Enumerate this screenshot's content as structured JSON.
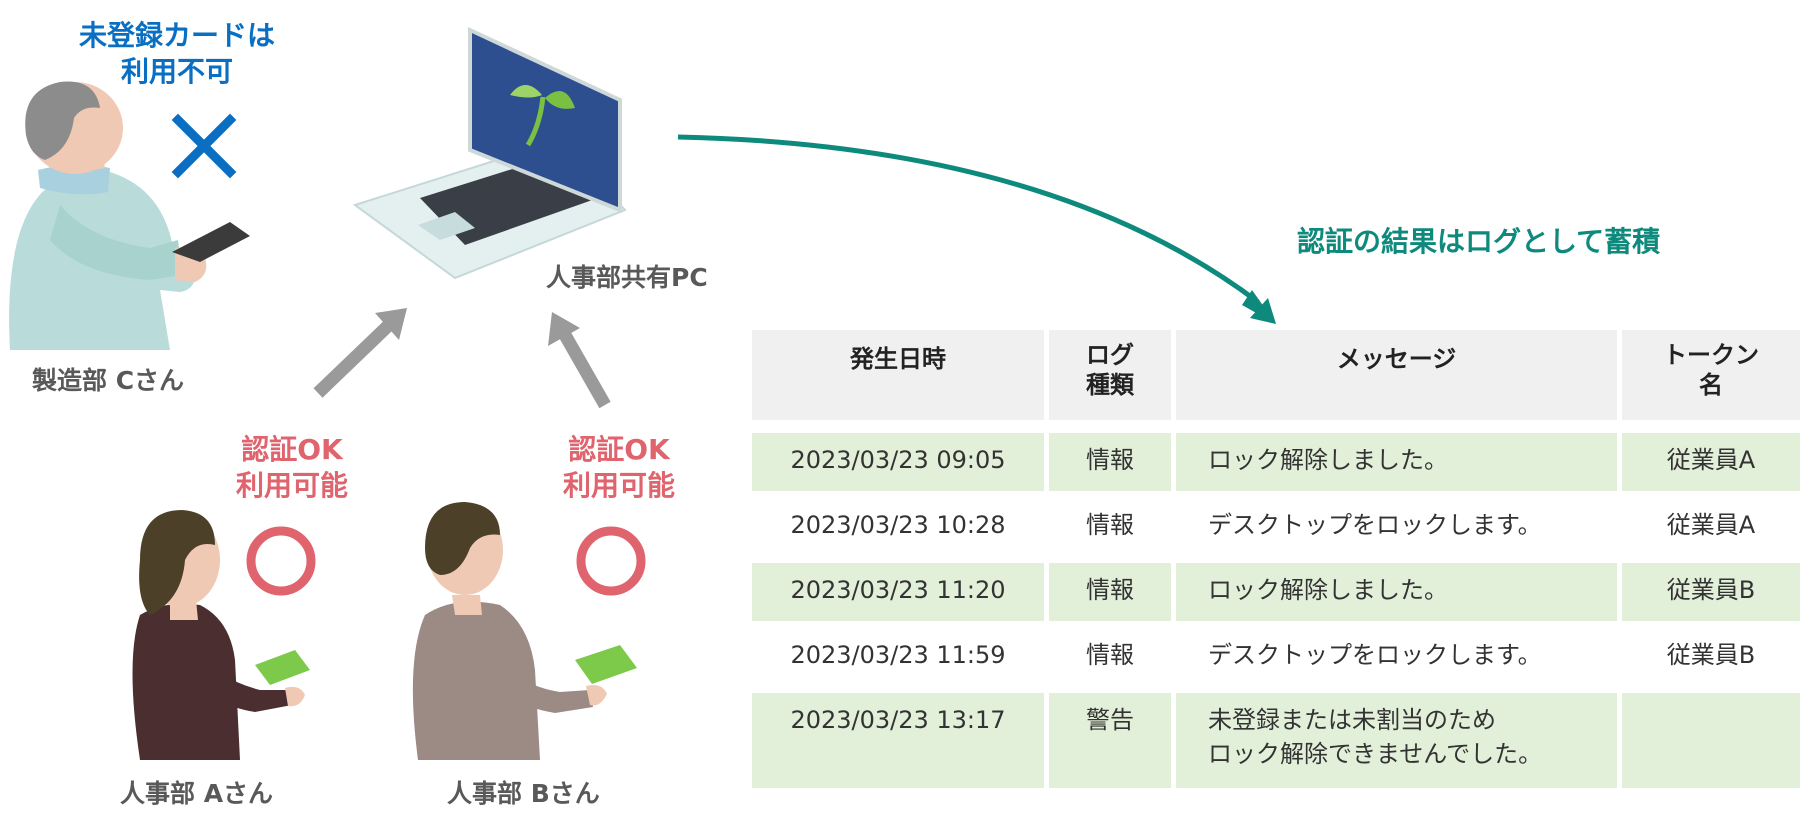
{
  "labels": {
    "unregistered_line1": "未登録カードは",
    "unregistered_line2": "利用不可",
    "employee_c": "製造部 Cさん",
    "shared_pc": "人事部共有PC",
    "auth_ok_1_line1": "認証OK",
    "auth_ok_1_line2": "利用可能",
    "auth_ok_2_line1": "認証OK",
    "auth_ok_2_line2": "利用可能",
    "employee_a": "人事部 Aさん",
    "employee_b": "人事部 Bさん",
    "log_caption": "認証の結果はログとして蓄積"
  },
  "colors": {
    "teal": "#0e8a7d",
    "blue_cross": "#0a6fc2",
    "red_circle": "#e0646e",
    "gray_arrow": "#9a9a9a",
    "row_shade": "#e2efd9",
    "header_bg": "#f0f0f0"
  },
  "log_table": {
    "headers": {
      "datetime": "発生日時",
      "type_line1": "ログ",
      "type_line2": "種類",
      "message": "メッセージ",
      "token_line1": "トークン",
      "token_line2": "名"
    },
    "rows": [
      {
        "datetime": "2023/03/23 09:05",
        "type": "情報",
        "message_line1": "ロック解除しました。",
        "message_line2": "",
        "token": "従業員A"
      },
      {
        "datetime": "2023/03/23 10:28",
        "type": "情報",
        "message_line1": "デスクトップをロックします。",
        "message_line2": "",
        "token": "従業員A"
      },
      {
        "datetime": "2023/03/23 11:20",
        "type": "情報",
        "message_line1": "ロック解除しました。",
        "message_line2": "",
        "token": "従業員B"
      },
      {
        "datetime": "2023/03/23 11:59",
        "type": "情報",
        "message_line1": "デスクトップをロックします。",
        "message_line2": "",
        "token": "従業員B"
      },
      {
        "datetime": "2023/03/23 13:17",
        "type": "警告",
        "message_line1": "未登録または未割当のため",
        "message_line2": "ロック解除できませんでした。",
        "token": ""
      }
    ]
  }
}
